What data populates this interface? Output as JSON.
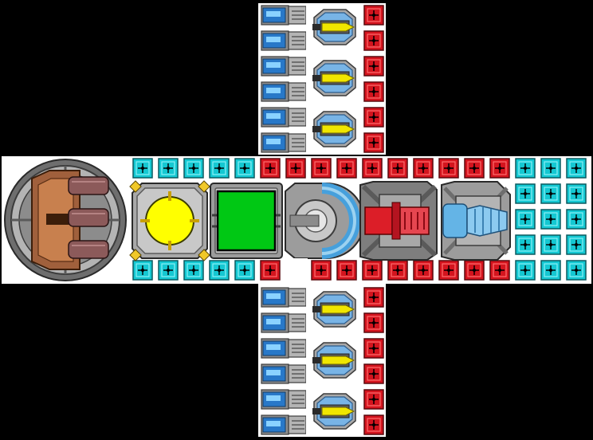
{
  "palette": {
    "background": "#000000",
    "hull_white": "#ffffff",
    "armor_red": "#d4141e",
    "armor_cyan": "#14c8d2",
    "metal_light": "#c8c8c8",
    "metal_dark": "#6e6e6e",
    "core_yellow": "#ffff00",
    "screen_green": "#00c814",
    "engine_blue": "#64b4e6",
    "thruster_red": "#dc1e28",
    "hull_brown": "#a0603c",
    "barrel_brown": "#8c5a5a",
    "cockpit_blue": "#46a0dc",
    "missile_yellow": "#f0e600"
  },
  "ship": {
    "command_dome": {
      "icon": "command-dome-icon",
      "barrels": 3
    },
    "reactor_core": {
      "icon": "reactor-core-icon"
    },
    "control_screen": {
      "icon": "control-screen-icon"
    },
    "cockpit": {
      "icon": "cockpit-icon"
    },
    "red_thruster": {
      "icon": "red-thruster-icon"
    },
    "blue_engine": {
      "icon": "blue-engine-icon"
    },
    "missile_bays": {
      "icon": "missile-launcher-icon",
      "top_count": 3,
      "bottom_count": 3
    },
    "capacitor_cells": {
      "icon": "capacitor-cell-icon",
      "top_count": 6,
      "bottom_count": 6
    }
  }
}
